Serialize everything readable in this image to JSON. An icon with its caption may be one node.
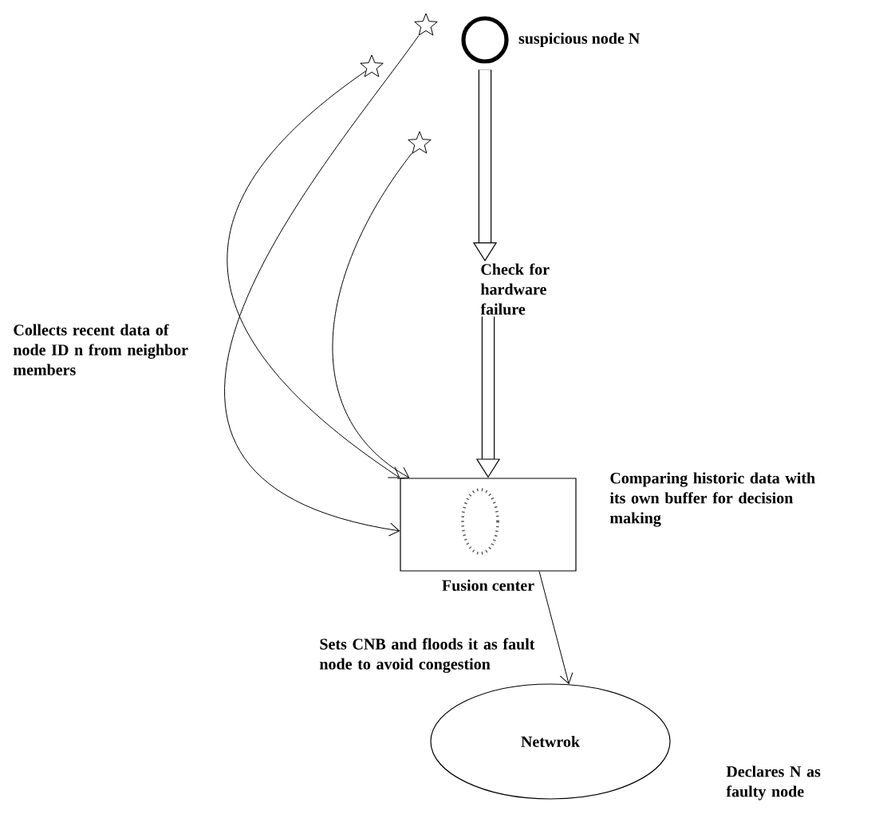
{
  "diagram": {
    "nodes": [
      {
        "text": [],
        "shape": "star"
      },
      {
        "text": [],
        "shape": "star"
      },
      {
        "text": [],
        "shape": "star"
      },
      {
        "text": [],
        "shape": "circle",
        "beside": [
          "suspicious node N"
        ]
      },
      {
        "text": [
          "Check for hardware failure"
        ]
      },
      {
        "text": [
          "Fusion center"
        ]
      },
      {
        "text": [
          "Netwrok"
        ]
      }
    ],
    "edges": [
      {
        "from": 0,
        "to": 5,
        "arrow": "to"
      },
      {
        "from": 1,
        "to": 5,
        "arrow": "to"
      },
      {
        "from": 2,
        "to": 5,
        "arrow": "to"
      },
      {
        "from": 3,
        "to": 4,
        "arrow": "to",
        "style": "thick"
      },
      {
        "from": 4,
        "to": 5,
        "arrow": "to",
        "style": "thick"
      },
      {
        "from": 5,
        "to": 6,
        "arrow": "to"
      }
    ],
    "labels": [
      "Collects recent data of node ID n from neighbor members",
      "Comparing historic data with its own buffer for decision making",
      "Sets CNB and floods it as fault node to avoid congestion",
      "Declares N as faulty node"
    ]
  }
}
